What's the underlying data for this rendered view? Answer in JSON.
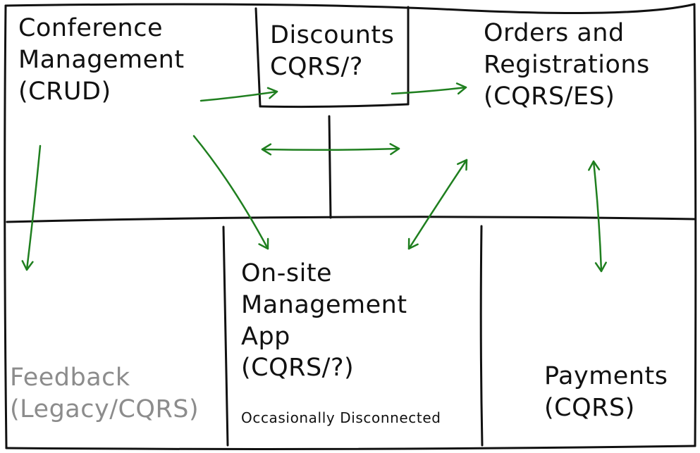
{
  "diagram": {
    "colors": {
      "stroke": "#111111",
      "arrow": "#1f7f1f",
      "legacy_text": "#8c8c8c"
    },
    "contexts": {
      "conference_management": {
        "line1": "Conference",
        "line2": "Management",
        "line3": "(CRUD)"
      },
      "discounts": {
        "line1": "Discounts",
        "line2": "CQRS/?"
      },
      "orders_registrations": {
        "line1": "Orders and",
        "line2": "Registrations",
        "line3": "(CQRS/ES)"
      },
      "feedback": {
        "line1": "Feedback",
        "line2": "(Legacy/CQRS)"
      },
      "onsite_management": {
        "line1": "On-site",
        "line2": "Management",
        "line3": "App",
        "line4": "(CQRS/?)",
        "note": "Occasionally Disconnected"
      },
      "payments": {
        "line1": "Payments",
        "line2": "(CQRS)"
      }
    }
  }
}
